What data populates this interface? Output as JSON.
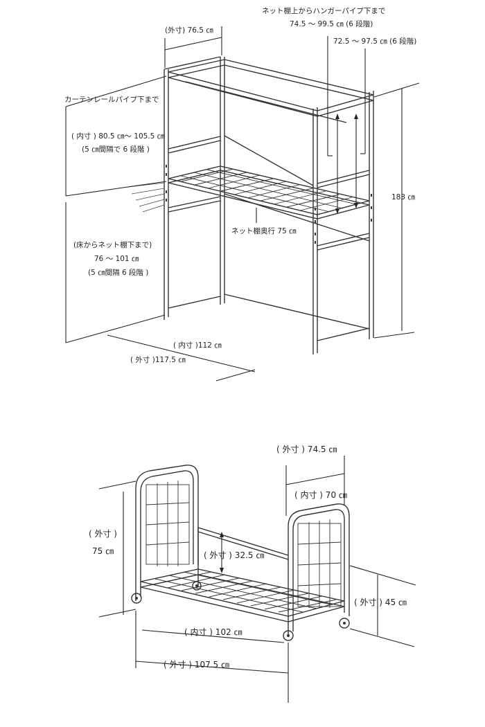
{
  "top_figure": {
    "hanger_title": "ネット棚上からハンガーパイプ下まで",
    "hanger_range_1": "74.5 ～ 99.5 ㎝ (6 段階)",
    "hanger_range_2": "72.5 ～ 97.5 ㎝ (6 段階)",
    "outer_depth": "(外寸) 76.5 ㎝",
    "curtain_rail": "カーテンレールパイプ下まで",
    "inner_height_1": "( 内寸 ) 80.5 ㎝～ 105.5 ㎝",
    "inner_height_2": "(5 ㎝間隔で 6 段階 )",
    "floor_label_1": "(床からネット棚下まで)",
    "floor_label_2": "76 ～ 101 ㎝",
    "floor_label_3": "(5 ㎝間隔 6 段階 )",
    "total_height": "183 ㎝",
    "net_depth": "ネット棚奥行 75 ㎝",
    "inner_width": "( 内寸 )112 ㎝",
    "outer_width": "( 外寸 )117.5 ㎝"
  },
  "bottom_figure": {
    "outer_depth": "( 外寸 ) 74.5 ㎝",
    "inner_depth": "( 内寸 ) 70 ㎝",
    "outer_height_1": "( 外寸 )",
    "outer_height_2": "75 ㎝",
    "rail_height": "( 外寸 ) 32.5 ㎝",
    "side_height": "( 外寸 ) 45 ㎝",
    "inner_width": "( 内寸 ) 102 ㎝",
    "outer_width": "( 外寸 ) 107.5 ㎝"
  }
}
